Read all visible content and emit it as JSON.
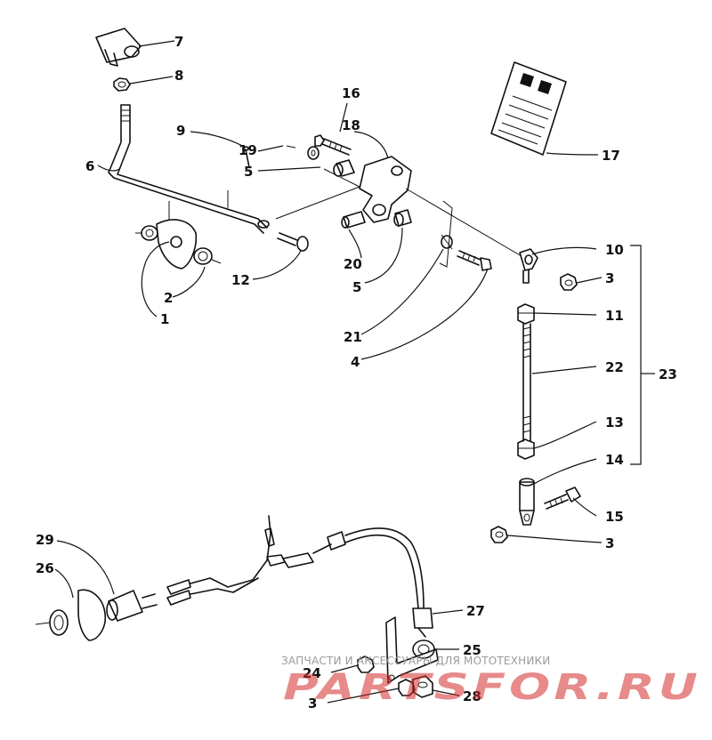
{
  "callouts": [
    "7",
    "8",
    "9",
    "6",
    "19",
    "5",
    "16",
    "18",
    "17",
    "1",
    "2",
    "12",
    "20",
    "5",
    "21",
    "4",
    "10",
    "3",
    "11",
    "22",
    "23",
    "13",
    "14",
    "15",
    "3",
    "29",
    "26",
    "27",
    "25",
    "24",
    "3",
    "28"
  ],
  "watermark": {
    "subtitle": "ЗАПЧАСТИ И АКСЕССУАРЫ ДЛЯ МОТОТЕХНИКИ",
    "logo": "PARTSFOR.RU",
    "color": "#d42a2a"
  }
}
